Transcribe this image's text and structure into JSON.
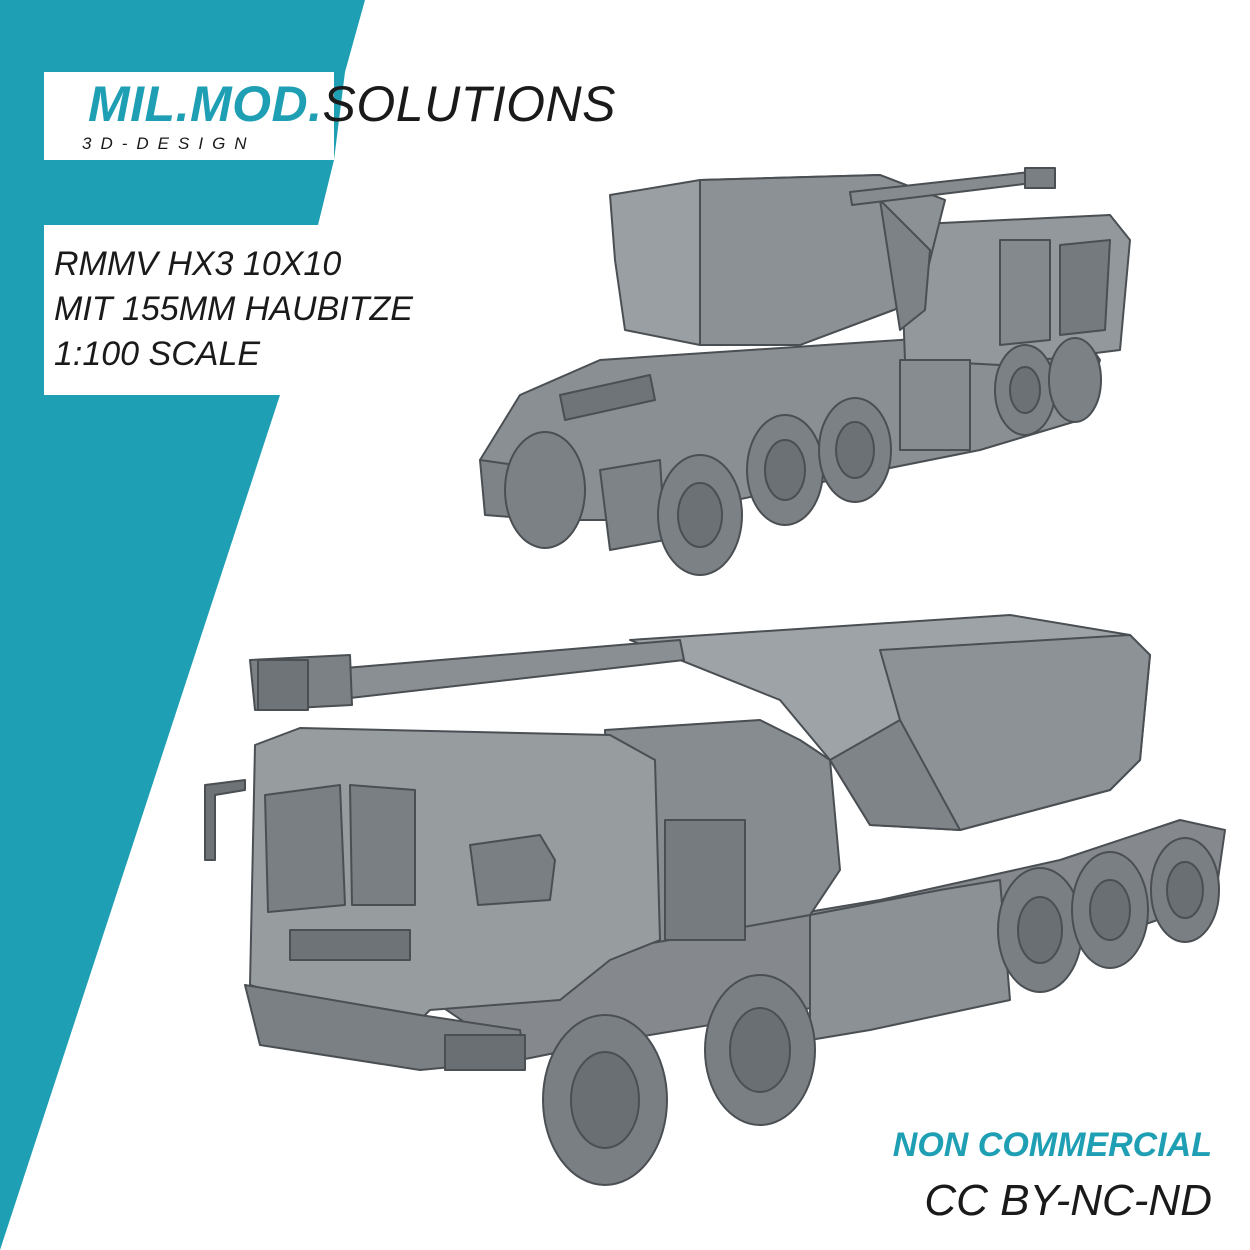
{
  "brand": {
    "name_accent": "MIL.MOD.",
    "name_rest": "SOLUTIONS",
    "tagline": "3D-DESIGN"
  },
  "model_info": {
    "lines": [
      "RMMV HX3 10X10",
      "MIT 155MM HAUBITZE",
      "1:100 SCALE"
    ]
  },
  "license": {
    "usage": "NON COMMERCIAL",
    "code": "CC BY-NC-ND"
  },
  "colors": {
    "accent": "#1f9fb4",
    "text": "#1a1a1a",
    "background": "#ffffff",
    "model_grey": "#8e9397"
  }
}
